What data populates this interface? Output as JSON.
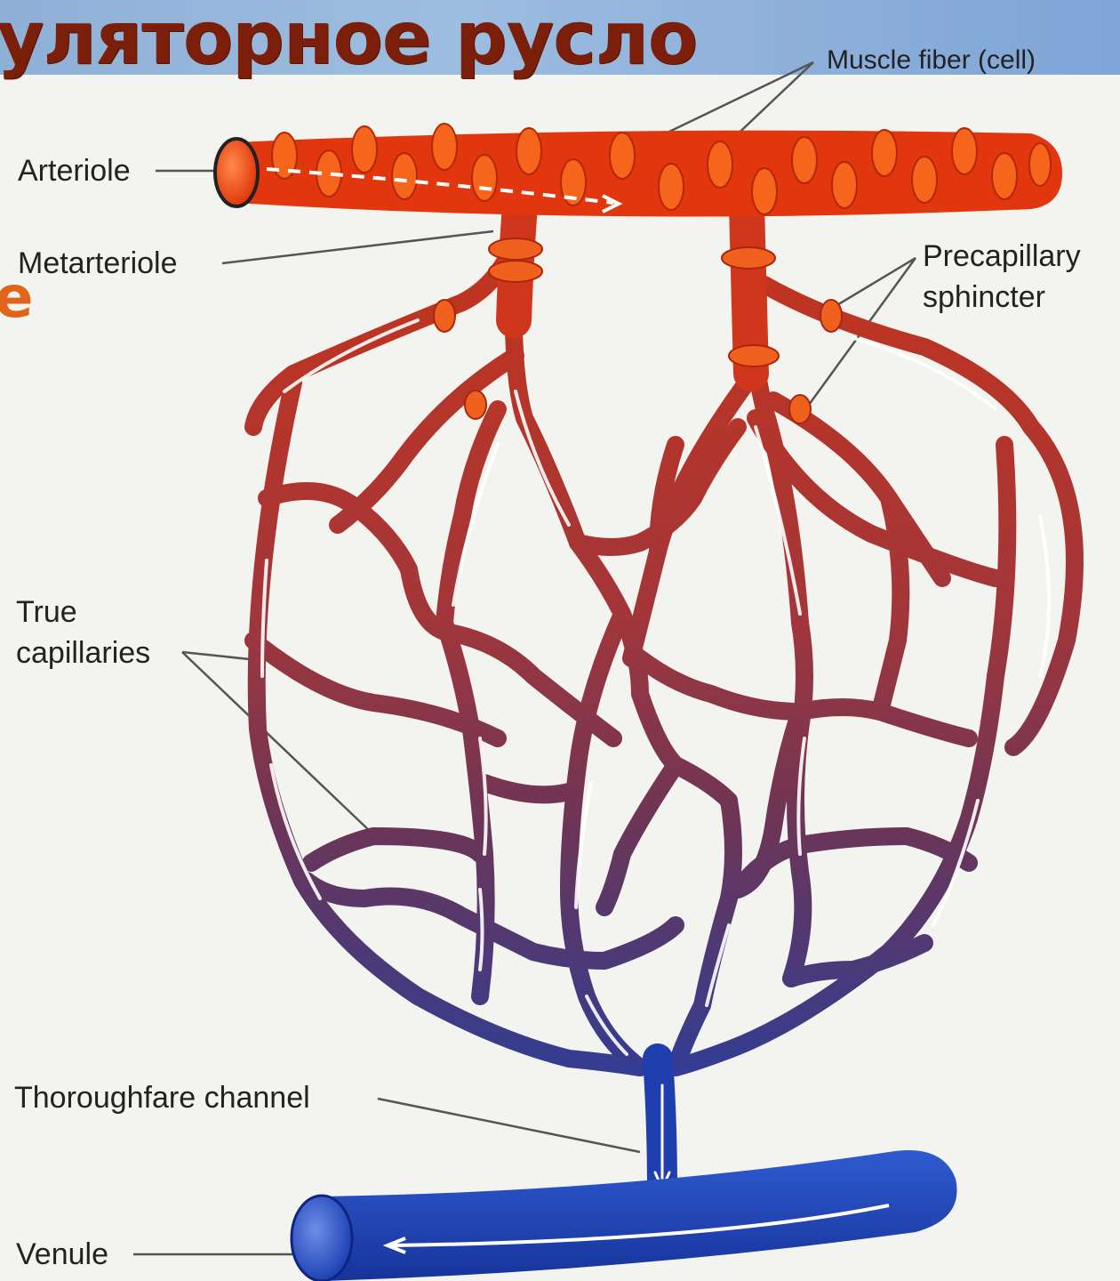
{
  "header": {
    "title": "уляторное русло",
    "side_fragment": "e"
  },
  "labels": {
    "muscle_fiber": "Muscle fiber (cell)",
    "arteriole": "Arteriole",
    "metarteriole": "Metarteriole",
    "precapillary_line1": "Precapillary",
    "precapillary_line2": "sphincter",
    "true_line1": "True",
    "true_line2": "capillaries",
    "thoroughfare": "Thoroughfare channel",
    "venule": "Venule"
  },
  "colors": {
    "background": "#f3f4ef",
    "arteriole": "#e2360e",
    "arteriole_ring": "#f5661c",
    "capillary_red": "#b5352a",
    "capillary_mid": "#7a3552",
    "capillary_blue": "#243f9c",
    "venule": "#1f43b5",
    "title": "#7b1f0a"
  }
}
